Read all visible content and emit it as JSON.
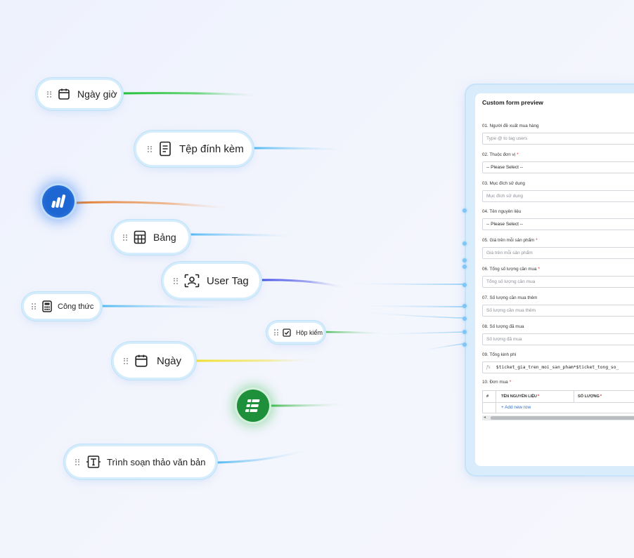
{
  "nodes": {
    "datetime": {
      "label": "Ngày giờ",
      "icon": "calendar-icon",
      "color": "#2fc24b"
    },
    "attachment": {
      "label": "Tệp đính kèm",
      "icon": "document-icon",
      "color": "#5bbff2"
    },
    "app_logo": {
      "icon": "bar-chart-logo-icon",
      "color": "#e38a3f"
    },
    "table": {
      "label": "Bảng",
      "icon": "table-grid-icon",
      "color": "#5bbff2"
    },
    "user_tag": {
      "label": "User Tag",
      "icon": "user-tag-icon",
      "color": "#5460e8"
    },
    "formula": {
      "label": "Công thức",
      "icon": "calculator-icon",
      "color": "#5bbff2"
    },
    "checkbox": {
      "label": "Hộp kiểm",
      "icon": "checkbox-icon",
      "color": "#58c86b"
    },
    "date": {
      "label": "Ngày",
      "icon": "calendar-icon",
      "color": "#f2e534"
    },
    "sheets_logo": {
      "icon": "spreadsheet-logo-icon",
      "color": "#4bb85a"
    },
    "text_editor": {
      "label": "Trình soạn thảo văn bản",
      "icon": "text-editor-icon",
      "color": "#5bbff2"
    }
  },
  "form": {
    "title": "Custom form preview",
    "fields": [
      {
        "label": "01. Người đề xuất mua hàng",
        "required": false,
        "placeholder": "Type @ to tag users",
        "kind": "input"
      },
      {
        "label": "02. Thuộc đơn vị",
        "required": true,
        "placeholder": "-- Please Select --",
        "kind": "select"
      },
      {
        "label": "03. Mục đích sử dụng",
        "required": false,
        "placeholder": "Mục đích sử dụng",
        "kind": "input"
      },
      {
        "label": "04. Tên nguyên liệu",
        "required": false,
        "placeholder": "-- Please Select --",
        "kind": "select"
      },
      {
        "label": "05. Giá trên mỗi sản phẩm",
        "required": true,
        "placeholder": "Giá trên mỗi sản phẩm",
        "kind": "input"
      },
      {
        "label": "06. Tổng số lượng cần mua",
        "required": true,
        "placeholder": "Tổng số lượng cần mua",
        "kind": "input"
      },
      {
        "label": "07. Số lượng cần mua thêm",
        "required": false,
        "placeholder": "Số lượng cần mua thêm",
        "kind": "input"
      },
      {
        "label": "08. Số lượng đã mua",
        "required": false,
        "placeholder": "Số lượng đã mua",
        "kind": "input"
      },
      {
        "label": "09. Tổng kinh phí",
        "required": false,
        "placeholder": "$ticket_gia_tren_moi_san_pham*$ticket_tong_so_",
        "kind": "formula"
      }
    ],
    "order": {
      "label": "10. Đơn mua",
      "required": true,
      "columns": [
        "#",
        "TÊN NGUYÊN LIỆU",
        "SỐ LƯỢNG"
      ],
      "column_required": [
        false,
        true,
        true
      ],
      "add_row": "+ Add new row"
    },
    "required_mark": "*",
    "formula_prefix": "fx"
  }
}
